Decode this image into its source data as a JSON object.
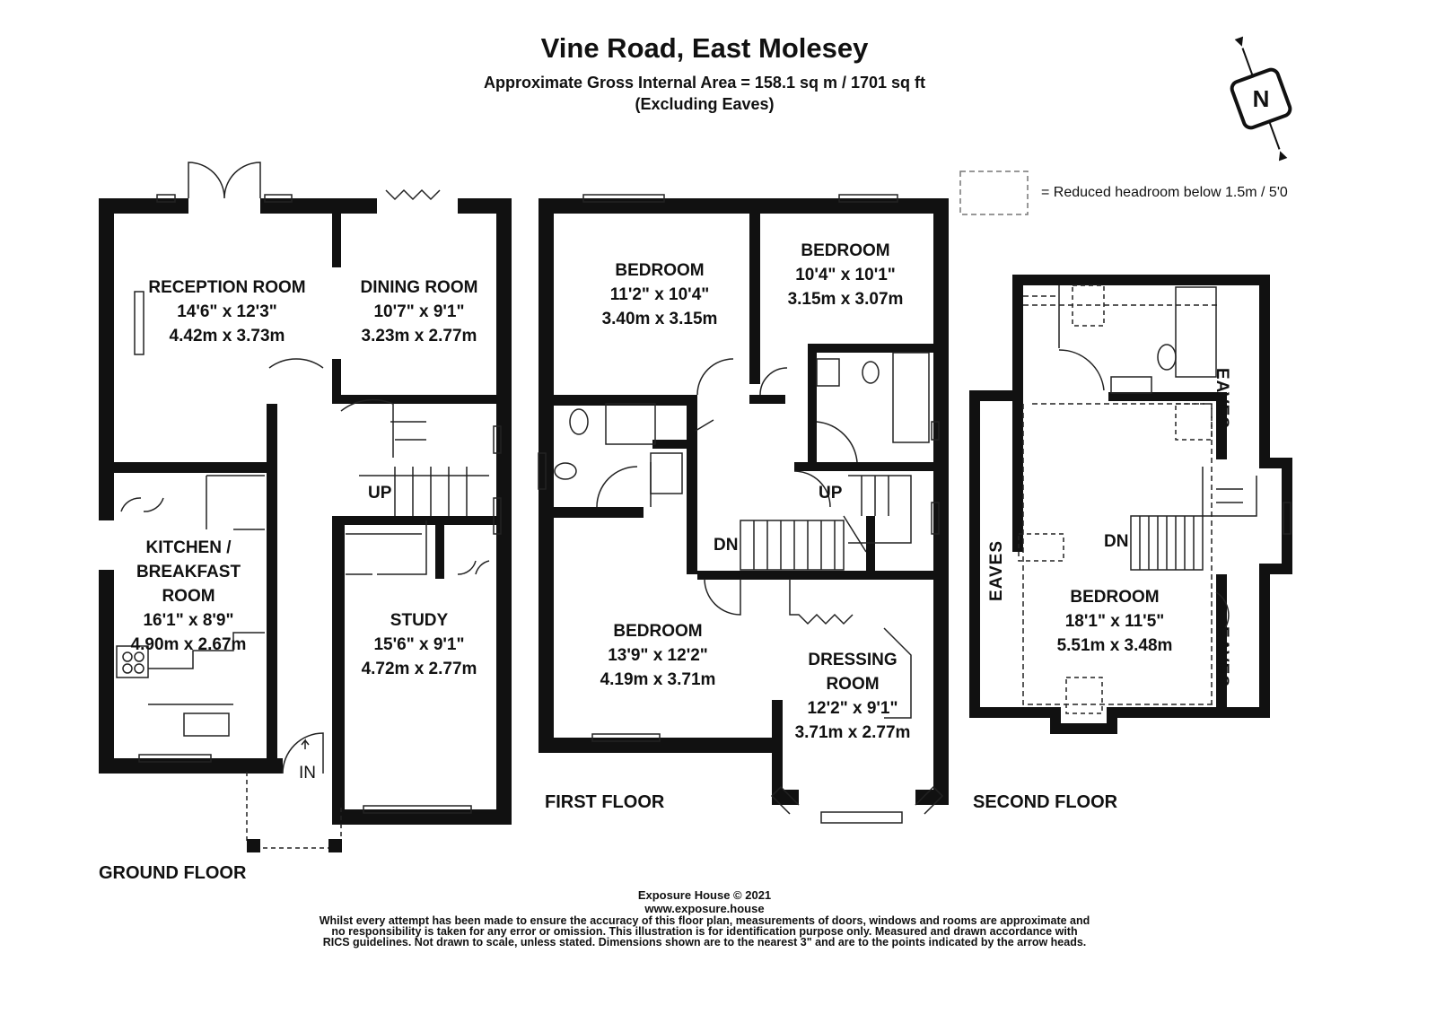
{
  "header": {
    "title": "Vine Road, East Molesey",
    "area": "Approximate Gross Internal Area = 158.1 sq m / 1701 sq ft",
    "note": "(Excluding Eaves)"
  },
  "compass": {
    "label": "N"
  },
  "legend": {
    "text": "= Reduced headroom below 1.5m / 5'0"
  },
  "ground_floor": {
    "label": "GROUND FLOOR",
    "rooms": [
      {
        "name": "RECEPTION ROOM",
        "imperial": "14'6\" x 12'3\"",
        "metric": "4.42m x 3.73m"
      },
      {
        "name": "DINING ROOM",
        "imperial": "10'7\" x 9'1\"",
        "metric": "3.23m x 2.77m"
      },
      {
        "name": "KITCHEN /",
        "name2": "BREAKFAST",
        "name3": "ROOM",
        "imperial": "16'1\" x 8'9\"",
        "metric": "4.90m x 2.67m"
      },
      {
        "name": "STUDY",
        "imperial": "15'6\" x 9'1\"",
        "metric": "4.72m x 2.77m"
      }
    ],
    "stairs": "UP",
    "entrance": "IN"
  },
  "first_floor": {
    "label": "FIRST FLOOR",
    "rooms": [
      {
        "name": "BEDROOM",
        "imperial": "11'2\" x 10'4\"",
        "metric": "3.40m x 3.15m"
      },
      {
        "name": "BEDROOM",
        "imperial": "10'4\" x 10'1\"",
        "metric": "3.15m x 3.07m"
      },
      {
        "name": "BEDROOM",
        "imperial": "13'9\" x 12'2\"",
        "metric": "4.19m x 3.71m"
      },
      {
        "name": "DRESSING",
        "name2": "ROOM",
        "imperial": "12'2\" x 9'1\"",
        "metric": "3.71m x 2.77m"
      }
    ],
    "stairs_up": "UP",
    "stairs_down": "DN"
  },
  "second_floor": {
    "label": "SECOND FLOOR",
    "rooms": [
      {
        "name": "BEDROOM",
        "imperial": "18'1\" x 11'5\"",
        "metric": "5.51m x 3.48m"
      }
    ],
    "stairs_down": "DN",
    "eaves_labels": [
      "EAVES",
      "EAVES",
      "EAVES"
    ]
  },
  "footer": {
    "copyright": "Exposure House © 2021",
    "website": "www.exposure.house",
    "disclaimer": [
      "Whilst every attempt has been made to ensure the accuracy of this floor plan, measurements of doors, windows and rooms are approximate and",
      "no responsibility is taken for any error or omission. This illustration is for identification purpose only. Measured and drawn accordance with",
      "RICS guidelines. Not drawn to scale, unless stated. Dimensions shown are to the nearest 3\" and are to the points indicated by the arrow heads."
    ]
  }
}
